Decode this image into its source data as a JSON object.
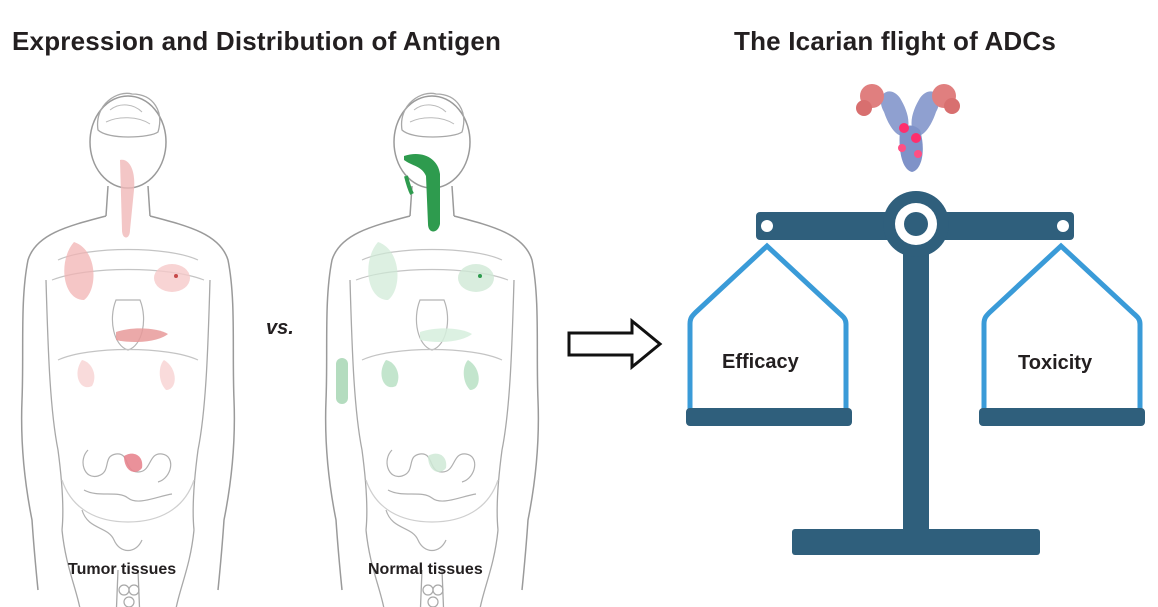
{
  "left_panel": {
    "title": "Expression and Distribution of Antigen",
    "vs_label": "vs.",
    "tumor_caption": "Tumor tissues",
    "normal_caption": "Normal tissues",
    "tumor_color": "#e8a0a0",
    "normal_color": "#2e9b4e"
  },
  "right_panel": {
    "title": "The Icarian flight of ADCs",
    "left_pan_label": "Efficacy",
    "right_pan_label": "Toxicity",
    "scale_color": "#2f5f7c",
    "pan_outline_color": "#3a9bd8",
    "antibody_icon": "antibody-drug-conjugate-icon"
  },
  "arrow_icon": "right-arrow-icon"
}
